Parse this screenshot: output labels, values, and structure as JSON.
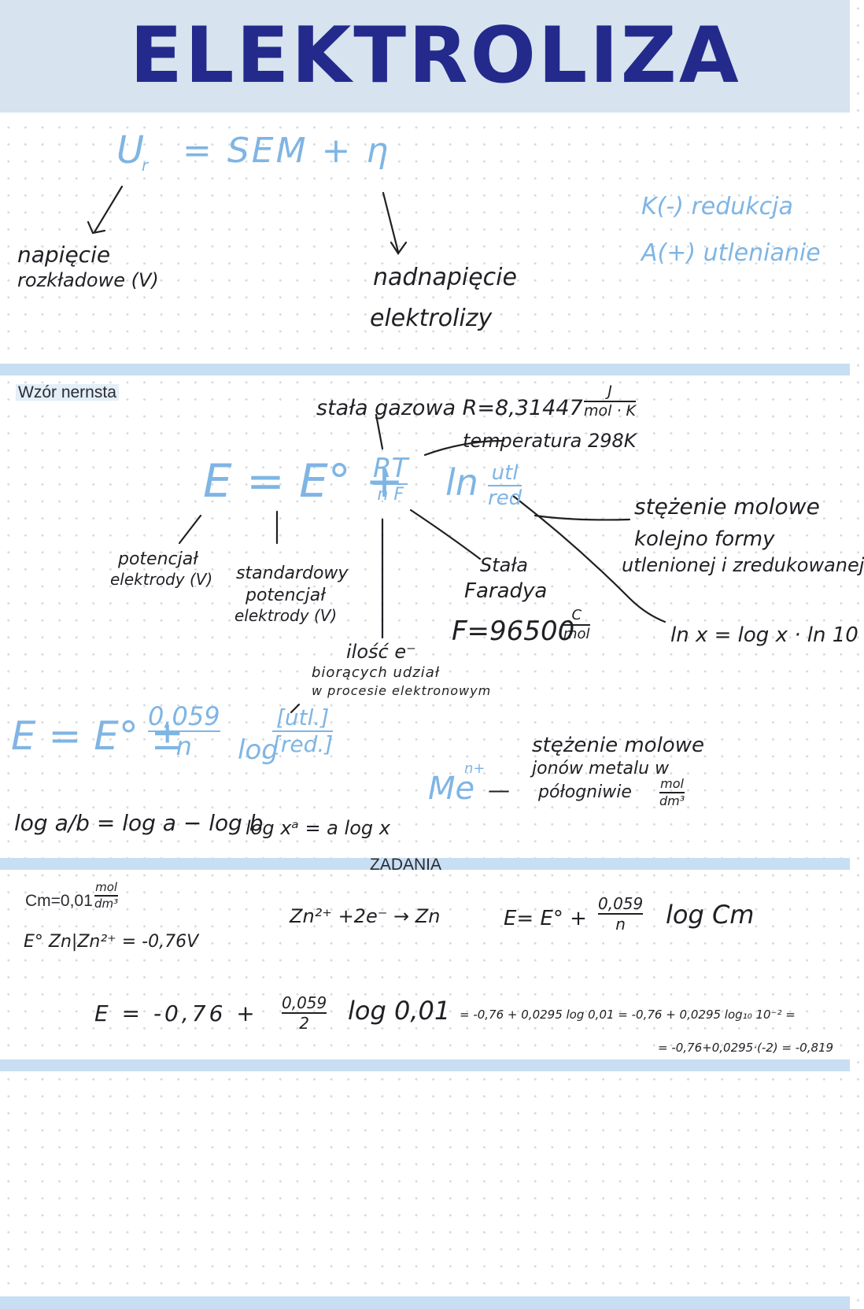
{
  "title": "ELEKTROLIZA",
  "colors": {
    "title": "#232a8c",
    "header_band": "#d7e3ee",
    "accent_blue": "#7fb5e4",
    "divider_blue": "#c7def3",
    "ink": "#1f2024"
  },
  "section1": {
    "formula_lhs": "U",
    "formula_sub": "r",
    "formula_rhs": "= SEM + η",
    "label_left_1": "napięcie",
    "label_left_2": "rozkładowe (V)",
    "label_right_1": "nadnapięcie",
    "label_right_2": "elektrolizy",
    "cathode": "K(-) redukcja",
    "anode": "A(+) utlenianie"
  },
  "section2": {
    "heading": "Wzór nernsta",
    "gas_constant": "stała gazowa R=8,31447",
    "gas_unit_num": "J",
    "gas_unit_den": "mol · K",
    "temperature": "temperatura 298K",
    "main_eq_lhs": "E = E°  +",
    "rt_num": "RT",
    "rt_den": "n F",
    "ln_label": "ln",
    "ln_num": "utl",
    "ln_den": "red",
    "conc_1": "stężenie molowe",
    "conc_2": "kolejno formy",
    "conc_3": "utlenionej i zredukowanej",
    "potential_1": "potencjał",
    "potential_2": "elektrody (V)",
    "std_1": "standardowy",
    "std_2": "potencjał",
    "std_3": "elektrody (V)",
    "faraday_1": "Stała",
    "faraday_2": "Faradya",
    "faraday_val": "F=96500",
    "faraday_unit_num": "C",
    "faraday_unit_den": "mol",
    "ln_identity": "ln x = log x · ln 10",
    "electrons_1": "ilość e⁻",
    "electrons_2": "biorących udział",
    "electrons_3": "w procesie elektronowym",
    "eq2_lhs": "E = E° ±",
    "eq2_num": "0,059",
    "eq2_den": "n",
    "eq2_log": "log",
    "eq2_frac_num": "[utl.]",
    "eq2_frac_den": "[red.]",
    "metal_ion": "Me",
    "metal_sup": "n+",
    "metal_dash": "—",
    "metal_conc_1": "stężenie molowe",
    "metal_conc_2": "jonów metalu w",
    "metal_conc_3": "półogniwie",
    "metal_unit_num": "mol",
    "metal_unit_den": "dm³",
    "log_rule_1": "log a/b = log a − log b",
    "log_rule_2": "log xᵃ = a log x"
  },
  "tasks": {
    "heading": "ZADANIA",
    "cm_label": "Cm=0,01",
    "cm_unit_num": "mol",
    "cm_unit_den": "dm³",
    "std_potential": "E° Zn|Zn²⁺ = -0,76V",
    "reaction": "Zn²⁺ +2e⁻ → Zn",
    "general_lhs": "E= E° +",
    "general_num": "0,059",
    "general_den": "n",
    "general_rhs": "log Cm",
    "calc_lhs": "E = -0,76 +",
    "calc_num": "0,059",
    "calc_den": "2",
    "calc_log": "log 0,01",
    "calc_chain": "= -0,76 + 0,0295 log 0,01 = -0,76 + 0,0295 log₁₀ 10⁻² =",
    "calc_final": "= -0,76+0,0295·(-2) = -0,819"
  }
}
